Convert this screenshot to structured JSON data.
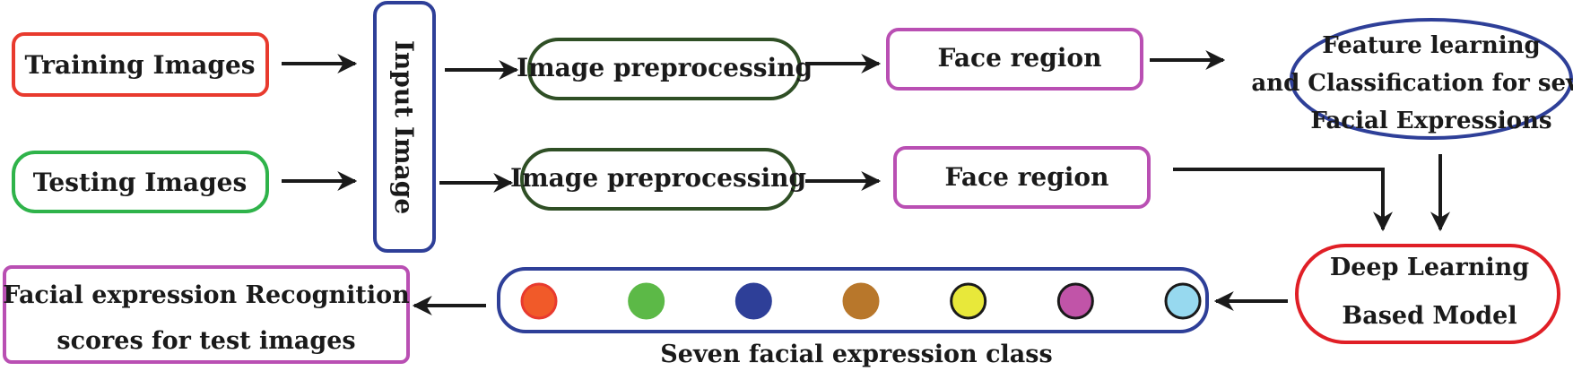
{
  "diagram": {
    "nodes": {
      "training_images": {
        "label": "Training Images",
        "color": "#e83a2e"
      },
      "testing_images": {
        "label": "Testing Images",
        "color": "#2fb34a"
      },
      "input_image": {
        "label": "Input Image",
        "color": "#2e3f98"
      },
      "preproc_train": {
        "label": "Image preprocessing",
        "color": "#2f4f25"
      },
      "preproc_test": {
        "label": "Image preprocessing",
        "color": "#2f4f25"
      },
      "face_region_train": {
        "label": "Face region",
        "color": "#b94fb3"
      },
      "face_region_test": {
        "label": "Face region",
        "color": "#b94fb3"
      },
      "feature_learning": {
        "lines": [
          "Feature learning",
          "and Classification for seven",
          "Facial Expressions"
        ],
        "color": "#2e3f98"
      },
      "deep_learning_model": {
        "lines": [
          "Deep Learning",
          "Based Model"
        ],
        "color": "#e01f26"
      },
      "expression_classes": {
        "caption": "Seven facial expression class",
        "color": "#2e3f98"
      },
      "recognition_scores": {
        "lines": [
          "Facial expression Recognition",
          "scores for test images"
        ],
        "color": "#b94fb3"
      }
    },
    "class_dots": [
      {
        "color": "#f15a29",
        "stroke": "#e83a2e"
      },
      {
        "color": "#5cb947",
        "stroke": "#5cb947"
      },
      {
        "color": "#2e3f98",
        "stroke": "#2e3f98"
      },
      {
        "color": "#b8772b",
        "stroke": "#b8772b"
      },
      {
        "color": "#e8e83a",
        "stroke": "#1a1a1a"
      },
      {
        "color": "#c154a8",
        "stroke": "#1a1a1a"
      },
      {
        "color": "#97d9ef",
        "stroke": "#1a1a1a"
      }
    ],
    "arrow_color": "#1a1a1a"
  }
}
